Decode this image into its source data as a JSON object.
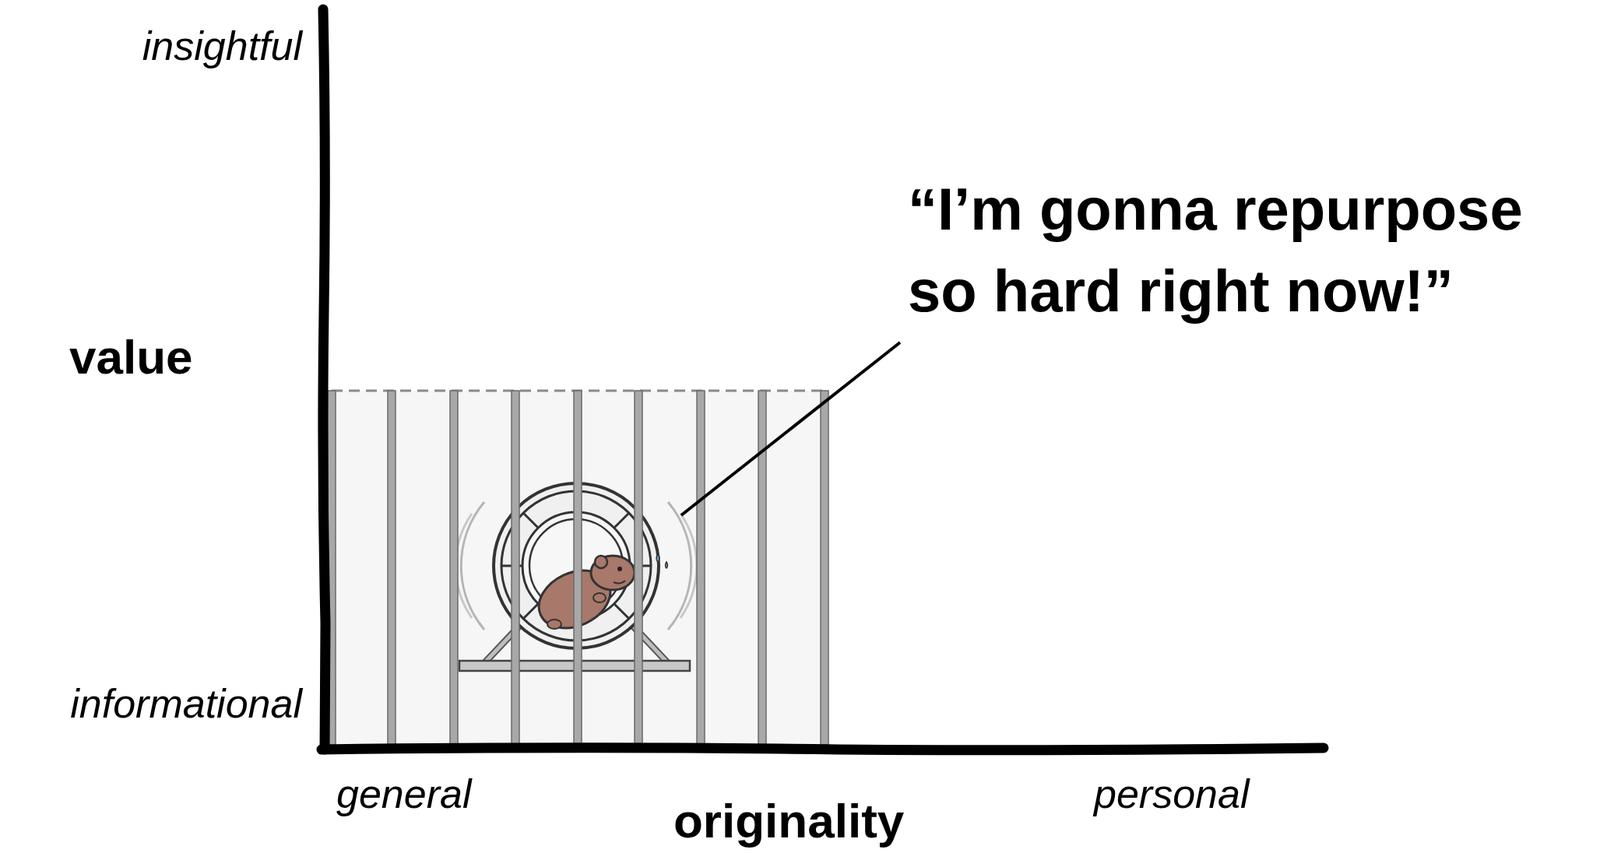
{
  "diagram": {
    "labels": [
      "insightful",
      "value",
      "informational",
      "general",
      "originality",
      "personal",
      "“I’m gonna repurpose so hard right now!”"
    ]
  }
}
